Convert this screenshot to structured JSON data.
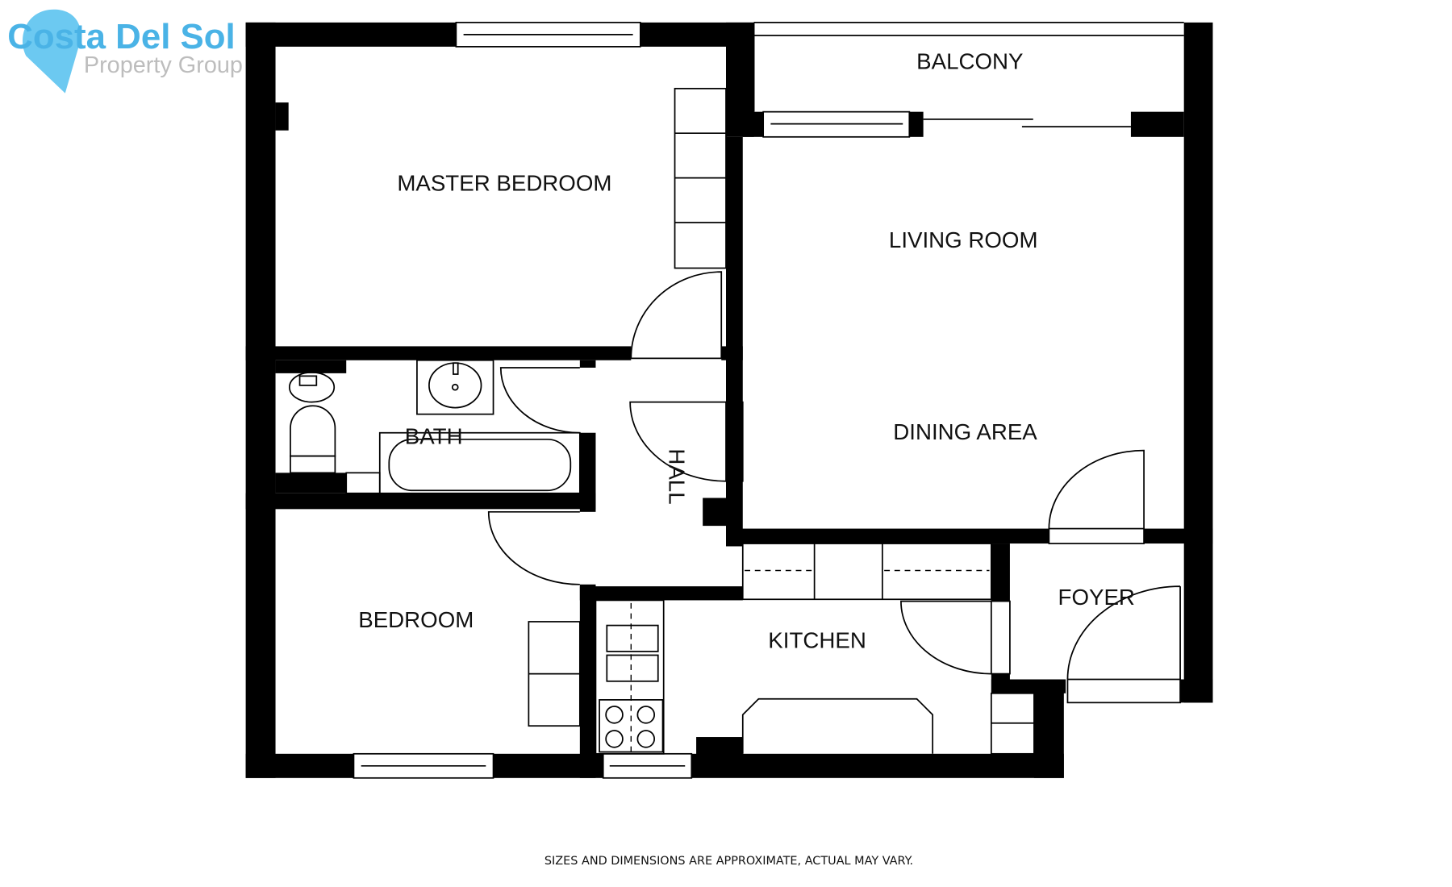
{
  "logo": {
    "line1": "Costa Del Sol",
    "line2": "Property Group",
    "brand_color": "#4ab3e6",
    "icon": "map-pin-icon"
  },
  "rooms": {
    "master_bedroom": "MASTER BEDROOM",
    "balcony": "BALCONY",
    "living_room": "LIVING ROOM",
    "dining_area": "DINING AREA",
    "bath": "BATH",
    "hall": "HALL",
    "bedroom": "BEDROOM",
    "kitchen": "KITCHEN",
    "foyer": "FOYER"
  },
  "disclaimer": "SIZES AND DIMENSIONS ARE APPROXIMATE, ACTUAL MAY VARY.",
  "colors": {
    "walls": "#000000",
    "background": "#ffffff"
  }
}
